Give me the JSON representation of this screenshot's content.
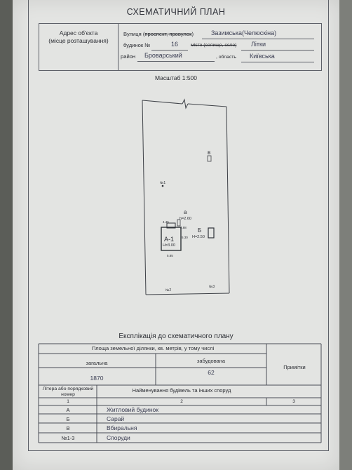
{
  "title": "СХЕМАТИЧНИЙ ПЛАН",
  "address": {
    "label_line1": "Адрес об'єкта",
    "label_line2": "(місце розташування)",
    "street_label": "Вулиця (",
    "street_struck": "проспект, провулок",
    "street_label_end": ")",
    "street_value": "Зазимська(Челюскіна)",
    "house_label": "будинок №",
    "house_value": "16",
    "city_label": "місто (селище, село)",
    "city_value": "Літки",
    "district_label": "район",
    "district_value": "Броварський",
    "oblast_label": ", область",
    "oblast_value": "Київська"
  },
  "scale": "Масштаб 1:500",
  "plan": {
    "lot_label": "в",
    "building_a_label": "А-1",
    "building_a_height": "H=3.00",
    "building_b_label": "Б",
    "building_b_height": "H=2.50",
    "porch_label": "а",
    "porch_height": "h=2.60",
    "dim_top": "4.45",
    "dim_bottom": "5.85",
    "dim_side": "5.30",
    "dim_small": "2.88",
    "tag_1": "№1",
    "tag_2": "№2",
    "tag_3": "№3"
  },
  "explication": {
    "title": "Експлікація до схематичного плану",
    "area_header": "Площа земельної ділянки, кв. метрів, у тому числі",
    "total_label": "загальна",
    "built_label": "забудована",
    "total_value": "1870",
    "built_value": "62",
    "notes_header": "Примітки",
    "letter_header": "Літера або порядковий номер",
    "name_header": "Найменування будівель та інших споруд",
    "col1": "1",
    "col2": "2",
    "col3": "3",
    "rows": [
      {
        "letter": "А",
        "name": "Житловий будинок"
      },
      {
        "letter": "Б",
        "name": "Сарай"
      },
      {
        "letter": "В",
        "name": "Вбиральня"
      },
      {
        "letter": "№1-3",
        "name": "Споруди"
      }
    ]
  }
}
